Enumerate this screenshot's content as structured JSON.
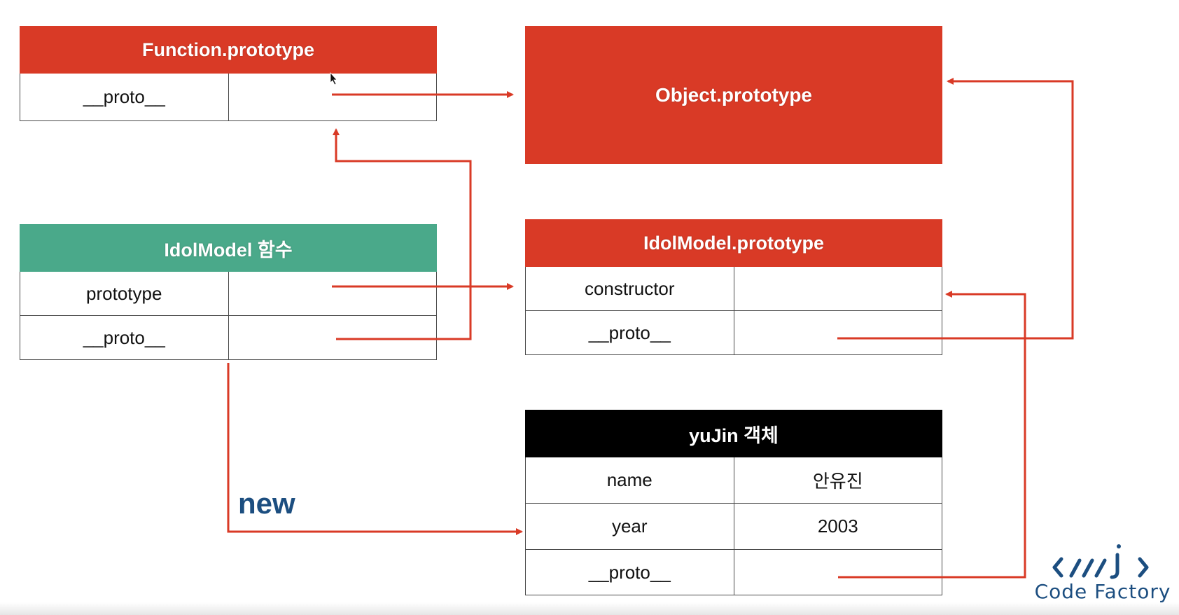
{
  "colors": {
    "red": "#d93a26",
    "green": "#4aa98a",
    "black": "#000000",
    "arrow": "#d93a26",
    "new_label": "#1c4e80"
  },
  "function_prototype": {
    "title": "Function.prototype",
    "rows": [
      [
        "__proto__",
        ""
      ]
    ]
  },
  "object_prototype": {
    "title": "Object.prototype"
  },
  "idol_model_function": {
    "title": "IdolModel 함수",
    "rows": [
      [
        "prototype",
        ""
      ],
      [
        "__proto__",
        ""
      ]
    ]
  },
  "idol_model_prototype": {
    "title": "IdolModel.prototype",
    "rows": [
      [
        "constructor",
        ""
      ],
      [
        "__proto__",
        ""
      ]
    ]
  },
  "yujin_object": {
    "title": "yuJin 객체",
    "rows": [
      [
        "name",
        "안유진"
      ],
      [
        "year",
        "2003"
      ],
      [
        "__proto__",
        ""
      ]
    ]
  },
  "new_label": "new",
  "logo": {
    "text": "Code Factory",
    "icon": "code-brackets-icon"
  }
}
